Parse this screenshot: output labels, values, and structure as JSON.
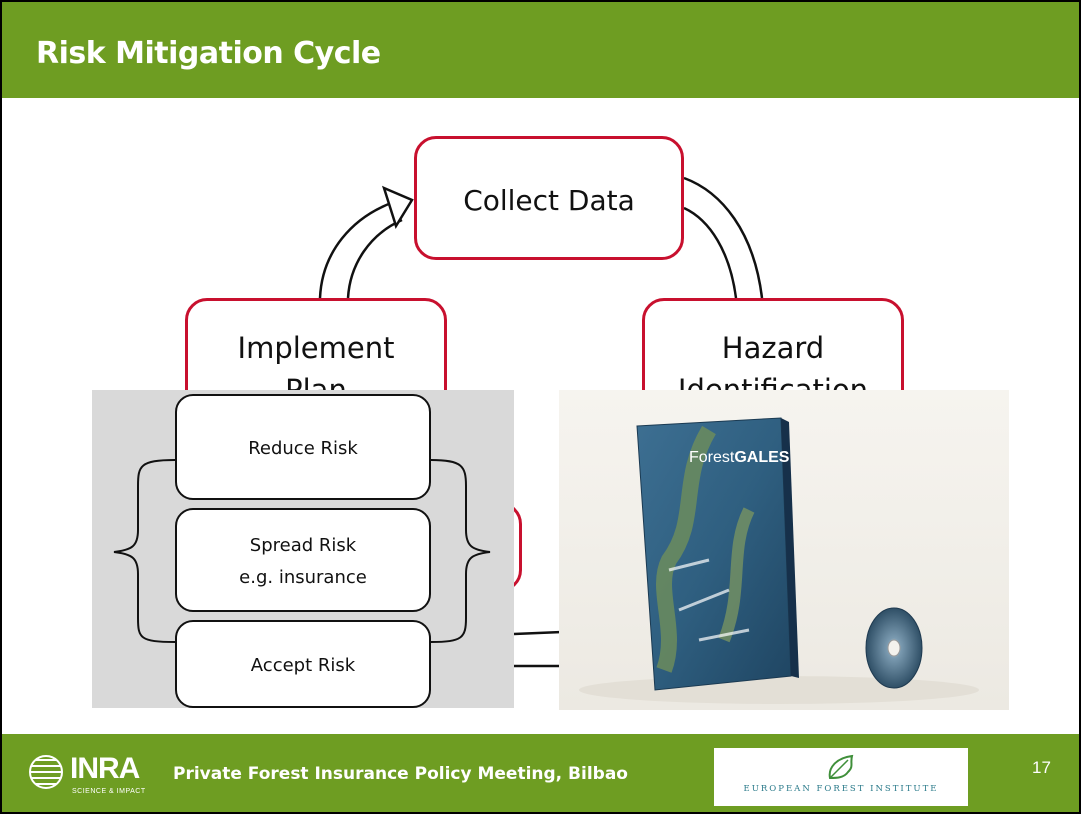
{
  "slide": {
    "title": "Risk Mitigation Cycle"
  },
  "cycle": {
    "collect_data": "Collect Data",
    "implement_plan_line1": "Implement",
    "implement_plan_line2": "Plan",
    "hazard_line1": "Hazard",
    "hazard_line2": "Identification"
  },
  "risk_options": {
    "reduce": "Reduce Risk",
    "spread_line1": "Spread Risk",
    "spread_line2": "e.g. insurance",
    "accept": "Accept Risk"
  },
  "photo": {
    "book_title_prefix": "Forest",
    "book_title_suffix": "GALES"
  },
  "footer": {
    "inra_logo": "INRA",
    "inra_tagline": "SCIENCE & IMPACT",
    "meeting": "Private Forest Insurance Policy Meeting, Bilbao",
    "efi_logo": "EUROPEAN FOREST INSTITUTE",
    "page_number": "17"
  },
  "colors": {
    "green": "#6e9d22",
    "red_border": "#c8102e",
    "grey_panel": "#d9d9d9"
  }
}
